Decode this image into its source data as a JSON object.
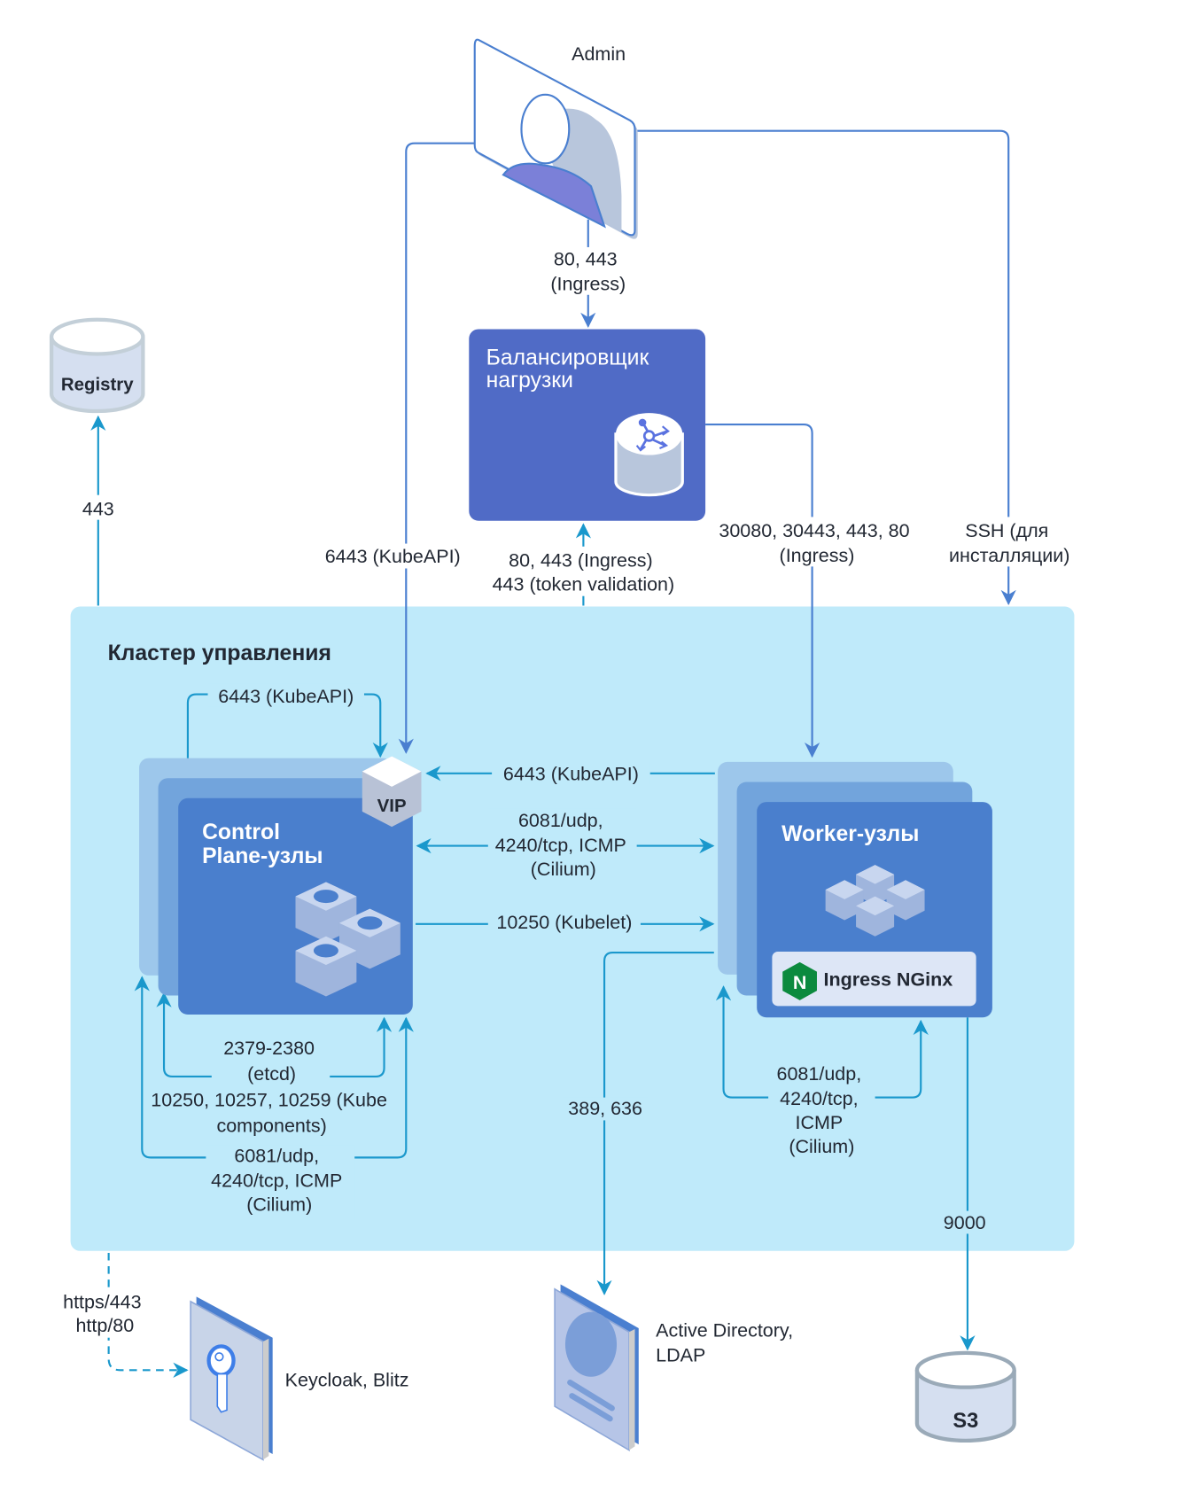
{
  "diagram": {
    "admin": {
      "label": "Admin",
      "icon": "user-icon"
    },
    "load_balancer": {
      "title_line1": "Балансировщик",
      "title_line2": "нагрузки",
      "icon": "load-balancer-icon"
    },
    "registry": {
      "label": "Registry",
      "icon": "database-icon"
    },
    "cluster": {
      "title": "Кластер управления"
    },
    "control_plane": {
      "title_line1": "Control",
      "title_line2": "Plane-узлы",
      "vip_label": "VIP",
      "icon": "server-cubes-icon"
    },
    "workers": {
      "title": "Worker-узлы",
      "icon": "cubes-icon",
      "ingress_label": "Ingress NGinx",
      "ingress_logo": "N"
    },
    "keycloak": {
      "label": "Keycloak, Blitz",
      "icon": "key-book-icon"
    },
    "ldap": {
      "label_line1": "Active Directory,",
      "label_line2": "LDAP",
      "icon": "directory-book-icon"
    },
    "s3": {
      "label": "S3",
      "icon": "database-icon"
    },
    "edges": {
      "admin_to_lb": {
        "line1": "80, 443",
        "line2": "(Ingress)"
      },
      "admin_to_vip": {
        "line1": "6443 (KubeAPI)"
      },
      "cluster_to_lb": {
        "line1": "80, 443 (Ingress)",
        "line2": "443 (token validation)"
      },
      "lb_to_workers": {
        "line1": "30080, 30443, 443, 80",
        "line2": "(Ingress)"
      },
      "admin_ssh": {
        "line1": "SSH (для",
        "line2": "инсталляции)"
      },
      "cluster_to_registry": {
        "line1": "443"
      },
      "cp_self_kubeapi": {
        "line1": "6443 (KubeAPI)"
      },
      "workers_to_vip": {
        "line1": "6443 (KubeAPI)"
      },
      "cp_workers_cilium": {
        "line1": "6081/udp,",
        "line2": "4240/tcp, ICMP",
        "line3": "(Cilium)"
      },
      "cp_to_workers_kubelet": {
        "line1": "10250 (Kubelet)"
      },
      "cp_etcd": {
        "line1": "2379-2380",
        "line2": "(etcd)"
      },
      "cp_kube_components": {
        "line1": "10250, 10257, 10259 (Kube",
        "line2": "components)"
      },
      "cp_cilium": {
        "line1": "6081/udp,",
        "line2": "4240/tcp, ICMP",
        "line3": "(Cilium)"
      },
      "workers_cilium": {
        "line1": "6081/udp,",
        "line2": "4240/tcp,",
        "line3": "ICMP",
        "line4": "(Cilium)"
      },
      "workers_to_ldap": {
        "line1": "389, 636"
      },
      "workers_to_s3": {
        "line1": "9000"
      },
      "cluster_to_keycloak": {
        "line1": "https/443",
        "line2": "http/80"
      }
    },
    "colors": {
      "cluster_bg": "#bfeafa",
      "lb_bg": "#506bc6",
      "node_front": "#4a7fcd",
      "node_mid": "#72a4dc",
      "node_back": "#9dc7eb",
      "arrow_dark": "#4a7fd0",
      "arrow_cyan": "#1a98cc",
      "nginx_green": "#0b8a3e"
    }
  }
}
